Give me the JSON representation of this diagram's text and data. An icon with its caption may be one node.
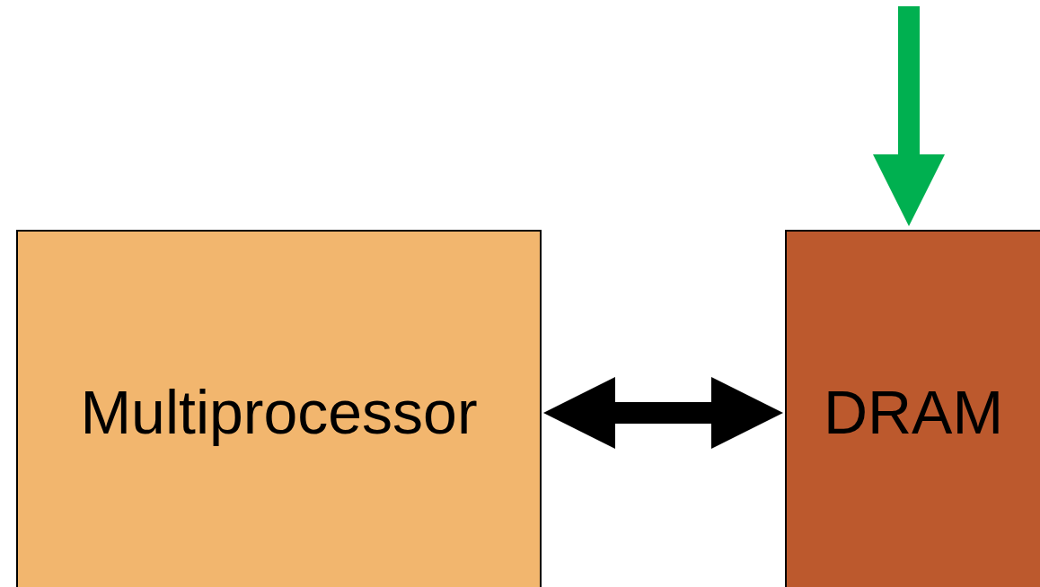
{
  "diagram": {
    "nodes": [
      {
        "text": [
          "Multiprocessor"
        ]
      },
      {
        "text": [
          "DRAM"
        ]
      }
    ],
    "edges": [
      {
        "from": 0,
        "to": 1,
        "arrow": "both"
      },
      {
        "from": null,
        "to": 1,
        "arrow": "to",
        "color": "#00b050"
      }
    ]
  }
}
